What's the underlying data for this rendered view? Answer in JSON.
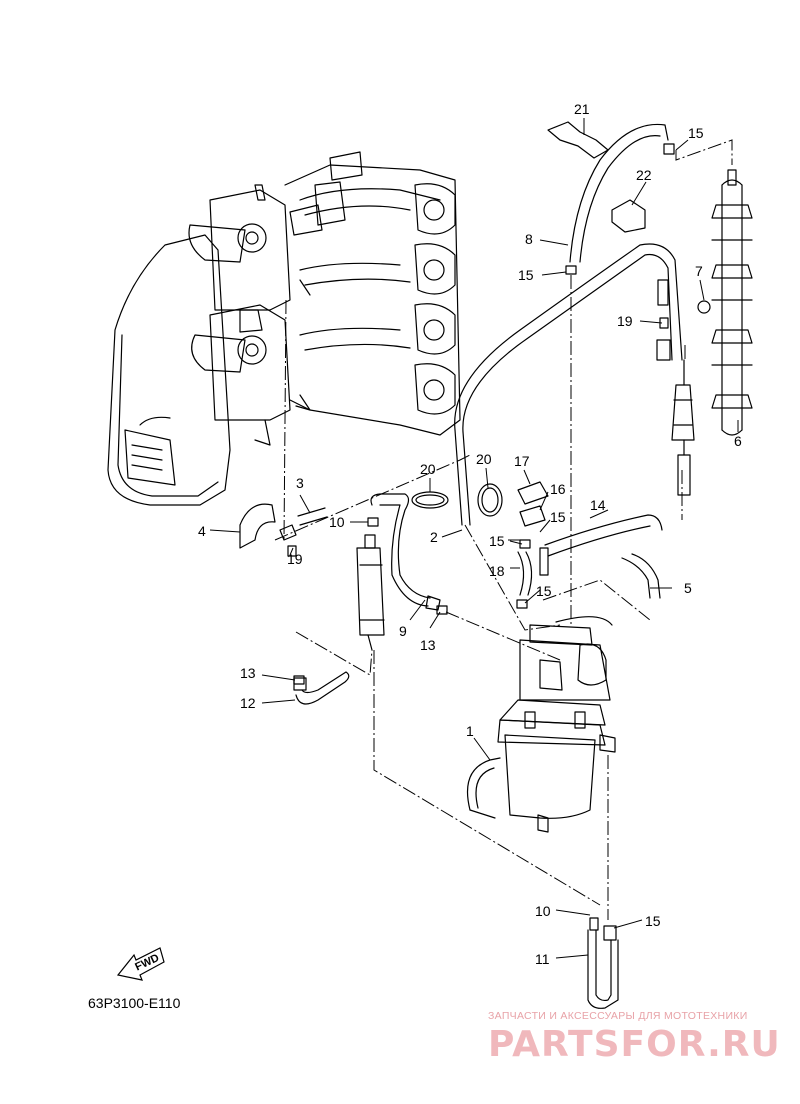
{
  "diagram_code": "63P3100-E110",
  "fwd_label": "FWD",
  "watermark": {
    "subtitle": "ЗАПЧАСТИ И АКСЕССУАРЫ ДЛЯ МОТОТЕХНИКИ",
    "brand": "PARTSFOR.RU"
  },
  "callouts": [
    "21",
    "15",
    "22",
    "8",
    "15",
    "7",
    "19",
    "6",
    "3",
    "20",
    "20",
    "17",
    "16",
    "4",
    "10",
    "19",
    "15",
    "14",
    "2",
    "15",
    "18",
    "5",
    "15",
    "9",
    "13",
    "13",
    "12",
    "1",
    "10",
    "15",
    "11"
  ]
}
